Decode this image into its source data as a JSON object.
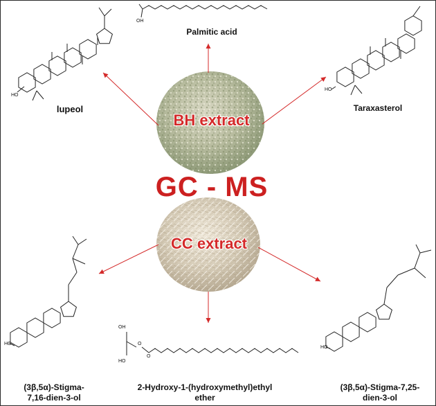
{
  "center": {
    "method": "GC - MS",
    "bh_extract": "BH extract",
    "cc_extract": "CC extract"
  },
  "compounds": {
    "lupeol": "lupeol",
    "palmitic_acid": "Palmitic acid",
    "taraxasterol": "Taraxasterol",
    "stigma_7_16": "(3β,5α)-Stigma-\n7,16-dien-3-ol",
    "hydroxy_ether": "2-Hydroxy-1-(hydroxymethyl)ethyl\nether",
    "stigma_7_25": "(3β,5α)-Stigma-7,25-\ndien-3-ol"
  },
  "atoms": {
    "ho": "HO",
    "oh": "OH",
    "o": "O"
  },
  "colors": {
    "arrow": "#d42a2a",
    "label_red": "#d42a2a",
    "bond": "#222222"
  }
}
